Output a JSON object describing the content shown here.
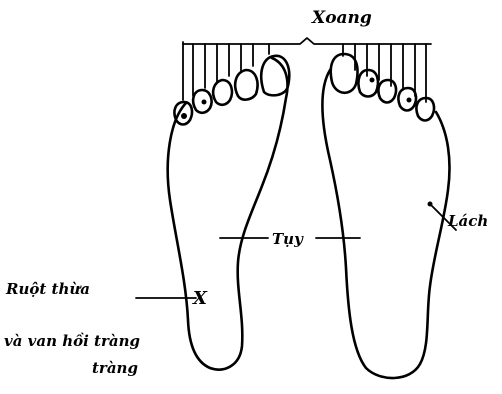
{
  "labels": {
    "sinus": "Xoang",
    "pancreas": "Tụy",
    "spleen": "Lách",
    "appendix_line1": "Ruột thừa",
    "appendix_line2": "và van hồi tràng",
    "appendix_line3": "tràng",
    "appendix_marker": "X"
  }
}
